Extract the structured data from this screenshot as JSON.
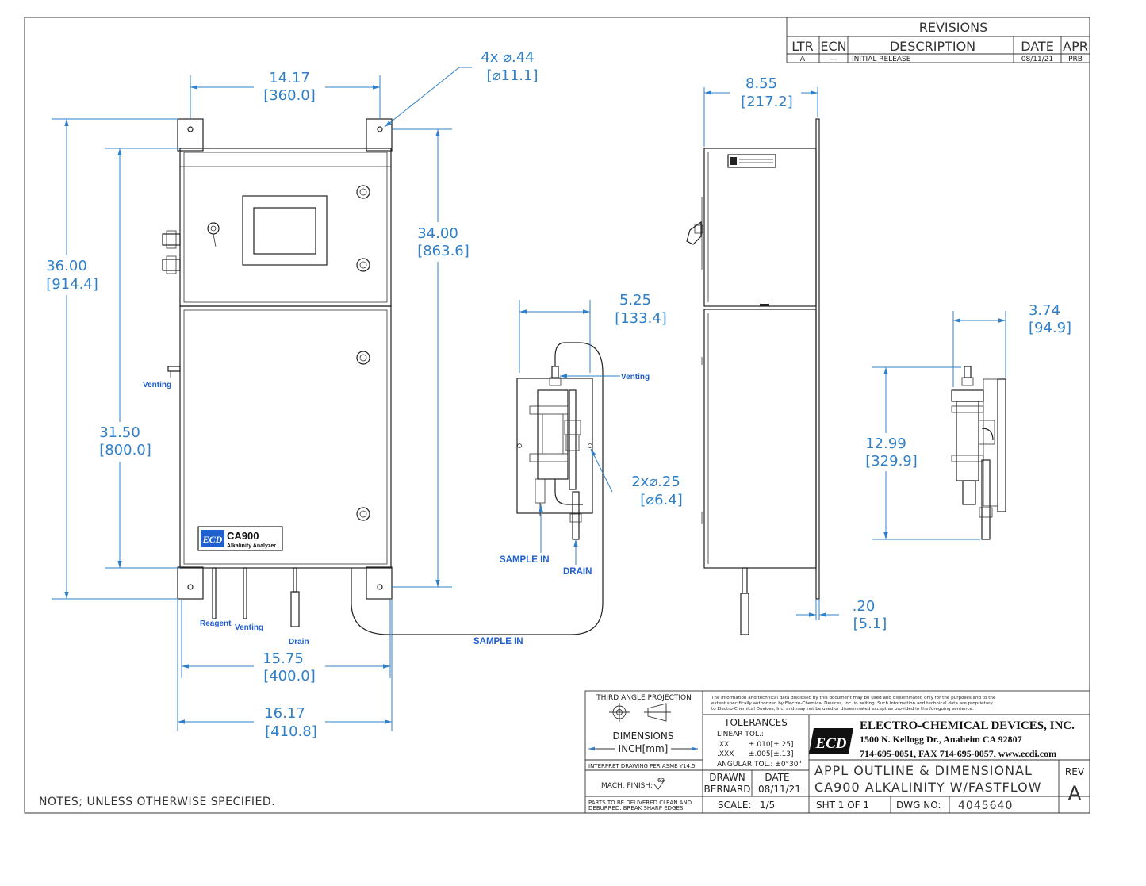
{
  "revisions": {
    "title": "REVISIONS",
    "headers": [
      "LTR",
      "ECN",
      "DESCRIPTION",
      "DATE",
      "APR"
    ],
    "rows": [
      [
        "A",
        "—",
        "INITIAL RELEASE",
        "08/11/21",
        "PRB"
      ]
    ]
  },
  "front_view": {
    "mount_width": [
      "14.17",
      "[360.0]"
    ],
    "hole_callout": [
      "4x ⌀.44",
      "[⌀11.1]"
    ],
    "overall_height": [
      "36.00",
      "[914.4]"
    ],
    "lower_height": [
      "31.50",
      "[800.0]"
    ],
    "hole_spacing": [
      "34.00",
      "[863.6]"
    ],
    "enclosure_width": [
      "15.75",
      "[400.0]"
    ],
    "overall_width": [
      "16.17",
      "[410.8]"
    ],
    "label_venting_left": "Venting",
    "label_reagent": "Reagent",
    "label_venting_bottom": "Venting",
    "label_drain": "Drain",
    "label_sample_in": "SAMPLE IN",
    "logo_text": "ECD",
    "product_name": "CA900",
    "product_sub": "Alkalinity Analyzer"
  },
  "fastflow_view": {
    "width": [
      "5.25",
      "[133.4]"
    ],
    "hole_callout": [
      "2x⌀.25",
      "[⌀6.4]"
    ],
    "label_venting": "Venting",
    "label_sample_in": "SAMPLE IN",
    "label_drain": "DRAIN"
  },
  "side_view": {
    "depth": [
      "8.55",
      "[217.2]"
    ],
    "flange": [
      ".20",
      "[5.1]"
    ]
  },
  "fastflow_side": {
    "depth": [
      "3.74",
      "[94.9]"
    ],
    "height": [
      "12.99",
      "[329.9]"
    ]
  },
  "notes": "NOTES; UNLESS OTHERWISE SPECIFIED.",
  "title_block": {
    "projection": "THIRD ANGLE PROJECTION",
    "dimensions_label": "DIMENSIONS",
    "dimensions_units": "INCH[mm]",
    "interpret": "INTERPRET DRAWING PER ASME Y14.5",
    "mach_finish": "MACH. FINISH:",
    "mach_finish_value": "63",
    "parts_note_1": "PARTS TO BE DELIVERED CLEAN AND",
    "parts_note_2": "DEBURRED. BREAK SHARP EDGES.",
    "disclaimer_1": "The information and technical data disclosed by this document may be used and disseminated only for the purposes and to the",
    "disclaimer_2": "extent specifically authorized by Electro-Chemical Devices, Inc. in writing. Such information and technical data are proprietary",
    "disclaimer_3": "to Electro-Chemical Devices, Inc. and may not be used or disseminated except as provided in the foregoing sentence.",
    "tolerances": "TOLERANCES",
    "linear_tol": "LINEAR TOL.:",
    "tol_xx_key": ".XX",
    "tol_xx": "±.010[±.25]",
    "tol_xxx_key": ".XXX",
    "tol_xxx": "±.005[±.13]",
    "angular_tol": "ANGULAR TOL.: ±0°30\"",
    "drawn_label": "DRAWN",
    "drawn_by": "BERNARD",
    "date_label": "DATE",
    "date_value": "08/11/21",
    "scale_label": "SCALE:",
    "scale_value": "1/5",
    "company": "ELECTRO-CHEMICAL DEVICES, INC.",
    "address": "1500 N. Kellogg Dr., Anaheim CA 92807",
    "phone": "714-695-0051, FAX 714-695-0057, www.ecdi.com",
    "logo": "ECD",
    "title_1": "APPL OUTLINE & DIMENSIONAL",
    "title_2": "CA900 ALKALINITY W/FASTFLOW",
    "rev_label": "REV",
    "rev_value": "A",
    "sheet": "SHT 1 OF 1",
    "dwg_label": "DWG NO:",
    "dwg_no": "4045640"
  }
}
